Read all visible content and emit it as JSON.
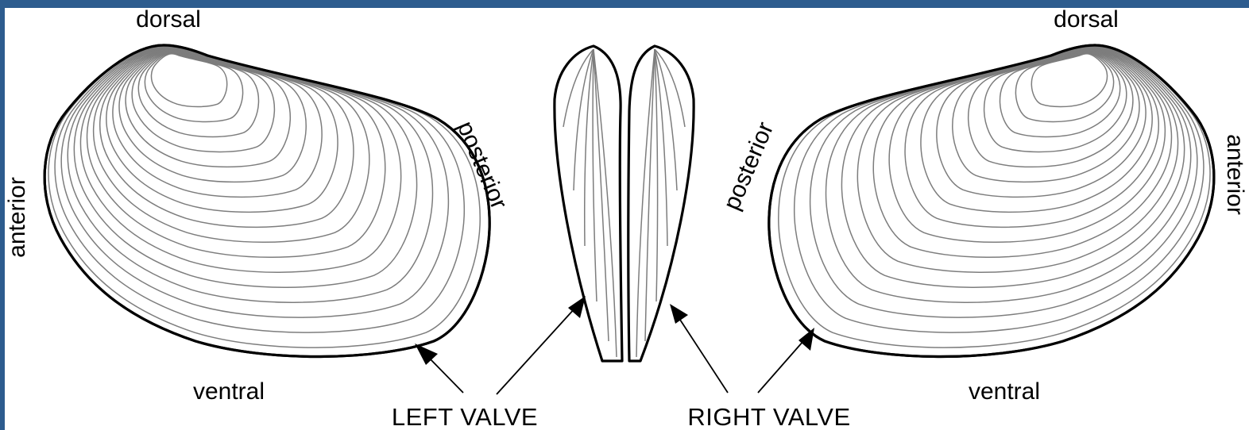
{
  "labels": {
    "left_shell": {
      "dorsal": "dorsal",
      "ventral": "ventral",
      "anterior": "anterior",
      "posterior": "posterior"
    },
    "right_shell": {
      "dorsal": "dorsal",
      "ventral": "ventral",
      "anterior": "anterior",
      "posterior": "posterior"
    },
    "left_valve": "LEFT VALVE",
    "right_valve": "RIGHT VALVE"
  },
  "colors": {
    "border": "#2d5c8e",
    "outline": "#000000",
    "growth_lines": "#7d7d7d",
    "background": "#ffffff"
  }
}
